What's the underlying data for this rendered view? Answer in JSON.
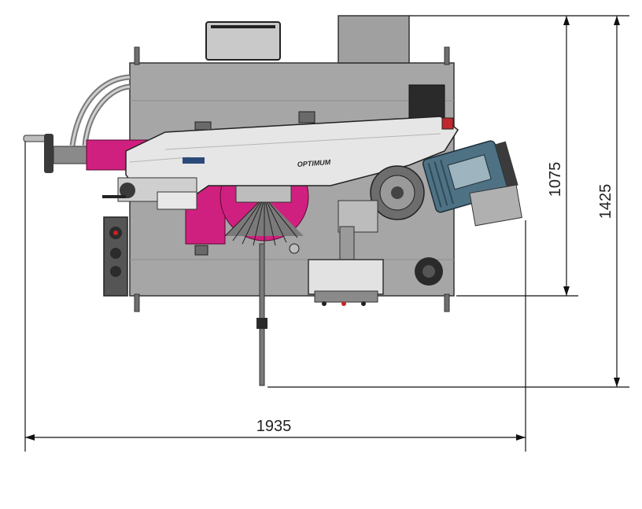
{
  "drawing": {
    "brand_logo": "OPTIMUM",
    "dimensions": {
      "width": "1935",
      "depth_inner": "1075",
      "depth_outer": "1425"
    }
  },
  "colors": {
    "frame": "#a4a4a4",
    "arm": "#e6e6e6",
    "accent": "#d0207f",
    "motor": "#4e7284",
    "dark": "#2b2b2b",
    "line": "#111111"
  }
}
